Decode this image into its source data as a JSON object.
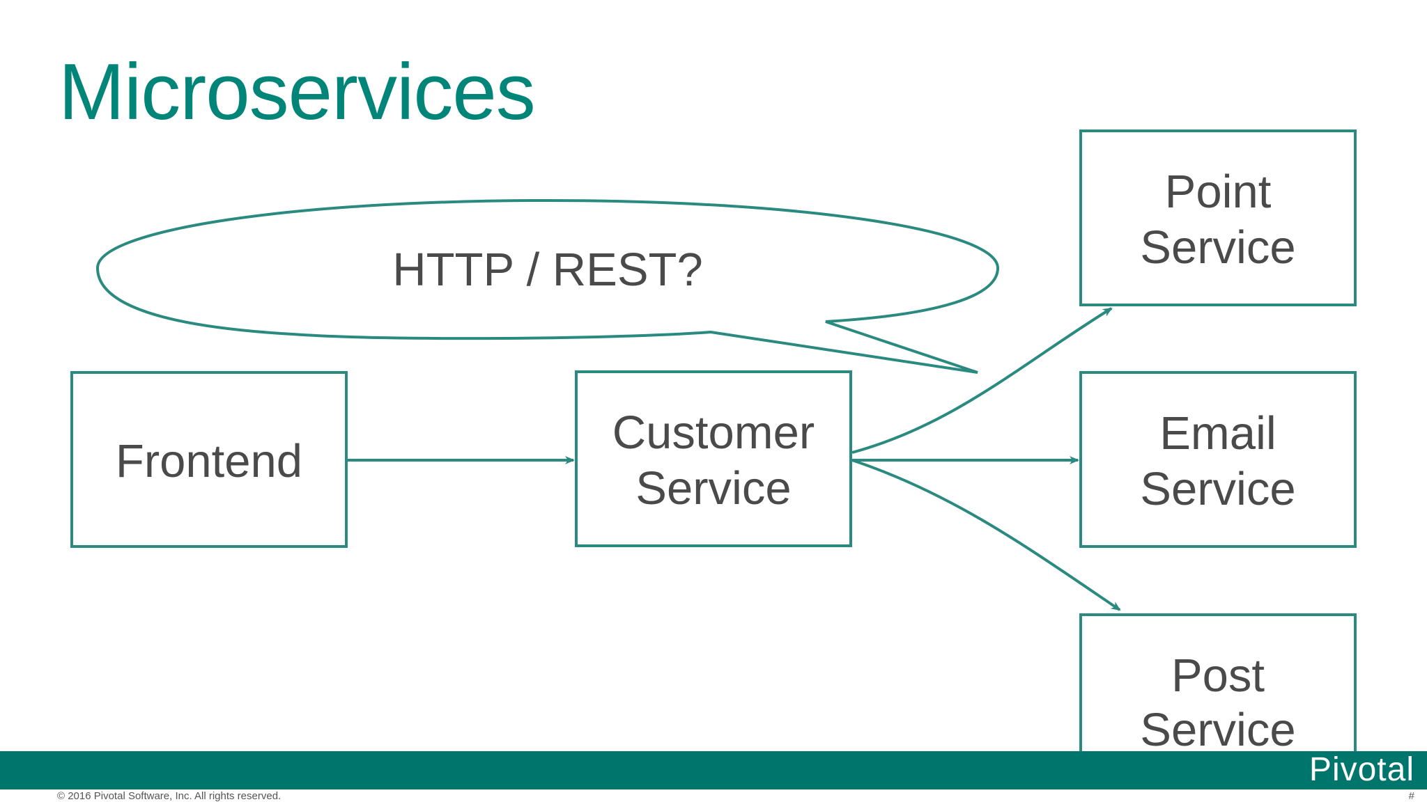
{
  "slide": {
    "title": "Microservices",
    "callout": "HTTP / REST?",
    "boxes": {
      "frontend": {
        "line1": "Frontend"
      },
      "customer": {
        "line1": "Customer",
        "line2": "Service"
      },
      "point": {
        "line1": "Point",
        "line2": "Service"
      },
      "email": {
        "line1": "Email",
        "line2": "Service"
      },
      "post": {
        "line1": "Post",
        "line2": "Service"
      }
    }
  },
  "footer": {
    "copyright": "© 2016 Pivotal Software, Inc.  All rights reserved.",
    "brand": "Pivotal",
    "slide_number": "#"
  },
  "colors": {
    "accent": "#008578",
    "stroke": "#2a8a80",
    "footer_bar": "#00756c",
    "text": "#4a4a4a"
  }
}
